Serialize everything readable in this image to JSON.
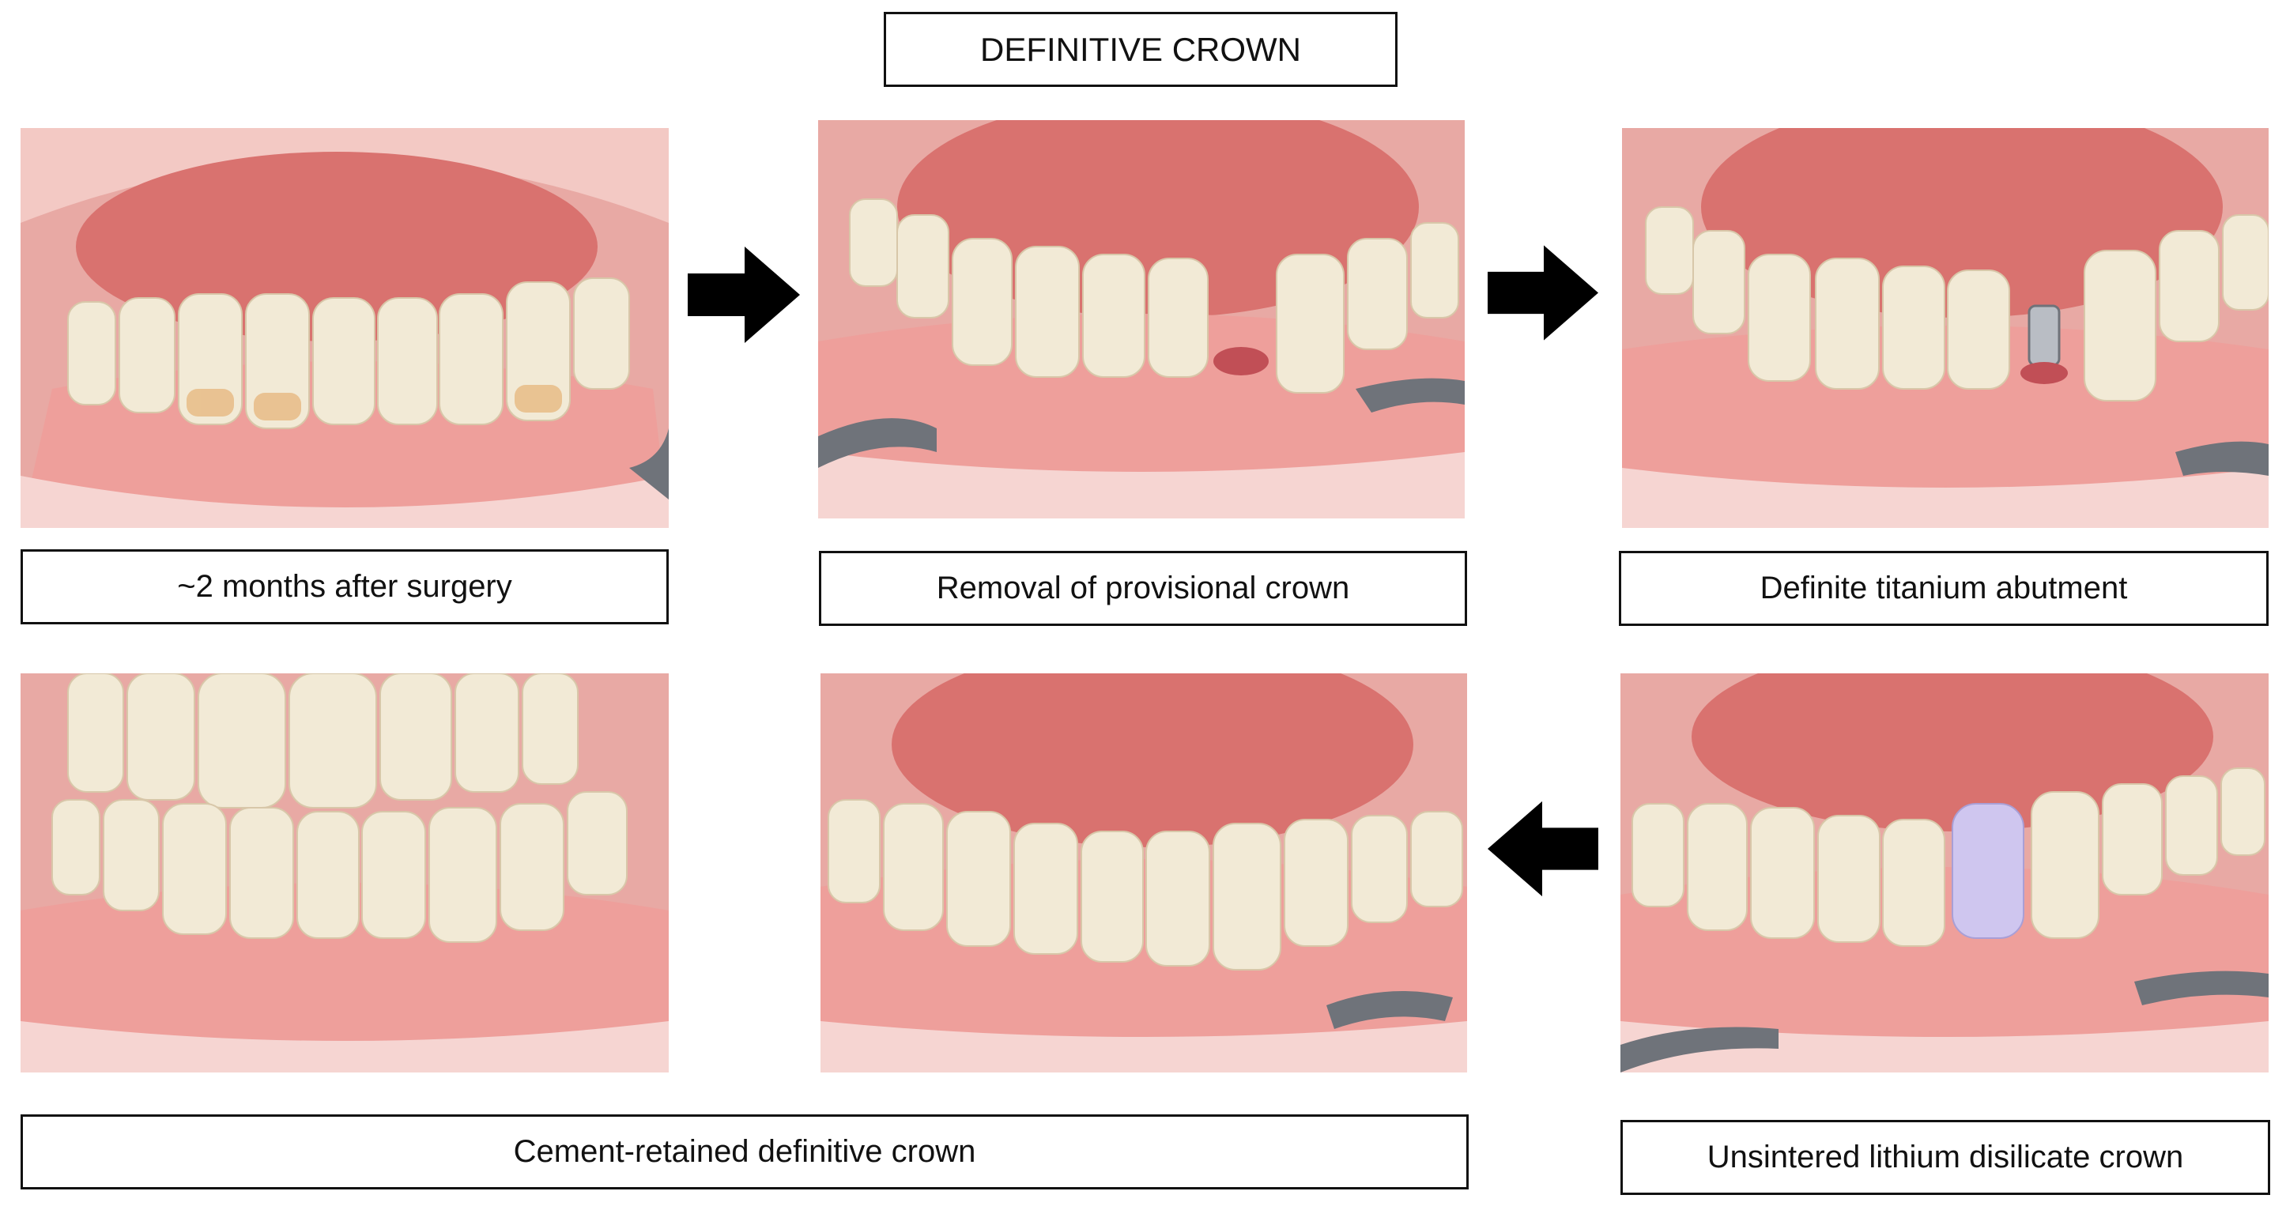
{
  "title": "DEFINITIVE CROWN",
  "panels": [
    {
      "id": "p1",
      "caption": "~2 months after surgery"
    },
    {
      "id": "p2",
      "caption": "Removal of provisional crown"
    },
    {
      "id": "p3",
      "caption": "Definite titanium abutment"
    },
    {
      "id": "p4",
      "caption": "Cement-retained definitive crown"
    },
    {
      "id": "p5",
      "caption": "Unsintered lithium disilicate crown"
    }
  ],
  "arrows": [
    "right",
    "right",
    "left"
  ],
  "colors": {
    "tongue": "#d9726f",
    "gingiva": "#ee9f9b",
    "tooth": "#f2ead6",
    "tooth_cervical": "#e2a35b",
    "unsintered_crown": "#cfc6ef",
    "abutment": "#b9bdc4",
    "retractor": "#6f737a",
    "arrow": "#000000"
  }
}
